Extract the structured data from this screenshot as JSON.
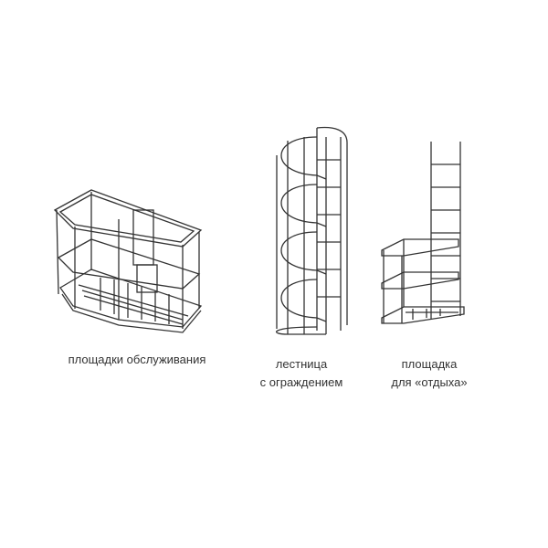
{
  "items": [
    {
      "label_lines": [
        "площадки обслуживания"
      ]
    },
    {
      "label_lines": [
        "лестница",
        "с ограждением"
      ]
    },
    {
      "label_lines": [
        "площадка",
        "для «отдыха»"
      ]
    }
  ]
}
